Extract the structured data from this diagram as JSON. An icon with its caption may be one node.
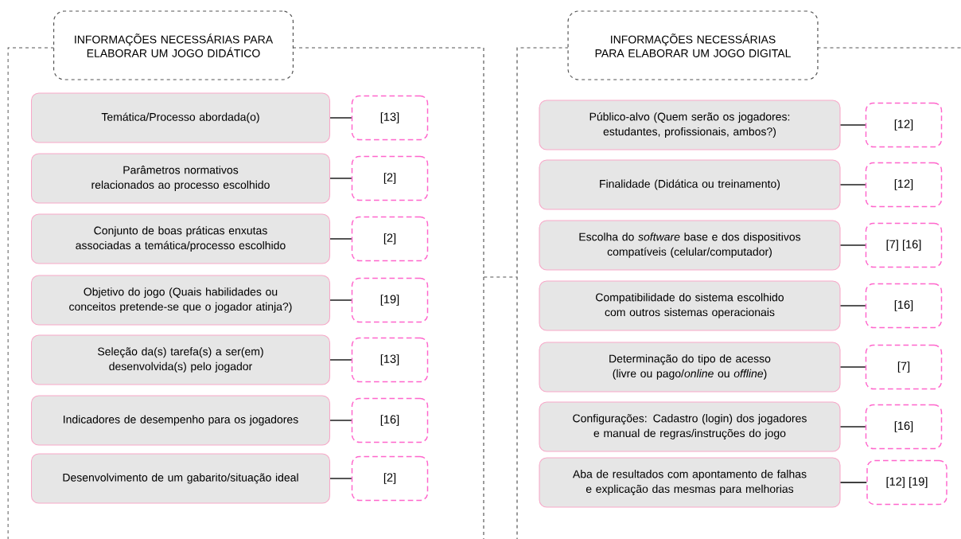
{
  "diagram": {
    "nodes": [
      {
        "text": [
          "INFORMAÇÕES NECESSÁRIAS PARA ELABORAR UM JOGO DIDÁTICO"
        ]
      },
      {
        "text": [
          "Temática/Processo abordada(o)"
        ],
        "in": 0
      },
      {
        "text": [
          "[13]"
        ],
        "in": 0
      },
      {
        "text": [
          "Parâmetros normativos relacionados ao processo escolhido"
        ],
        "in": 0
      },
      {
        "text": [
          "[2]"
        ],
        "in": 0
      },
      {
        "text": [
          "Conjunto de boas práticas enxutas associadas a temática/processo escolhido"
        ],
        "in": 0
      },
      {
        "text": [
          "[2]"
        ],
        "in": 0
      },
      {
        "text": [
          "Objetivo do jogo (Quais habilidades ou conceitos pretende-se que o jogador atinja?)"
        ],
        "in": 0
      },
      {
        "text": [
          "[19]"
        ],
        "in": 0
      },
      {
        "text": [
          "Seleção da(s) tarefa(s) a ser(em) desenvolvida(s) pelo jogador"
        ],
        "in": 0
      },
      {
        "text": [
          "[13]"
        ],
        "in": 0
      },
      {
        "text": [
          "Indicadores de desempenho para os jogadores"
        ],
        "in": 0
      },
      {
        "text": [
          "[16]"
        ],
        "in": 0
      },
      {
        "text": [
          "Desenvolvimento de um gabarito/situação ideal"
        ],
        "in": 0
      },
      {
        "text": [
          "[2]"
        ],
        "in": 0
      },
      {
        "text": [
          "INFORMAÇÕES NECESSÁRIAS PARA ELABORAR UM JOGO DIGITAL"
        ]
      },
      {
        "text": [
          "Público-alvo (Quem serão os jogadores: estudantes, profissionais, ambos?)"
        ],
        "in": 15
      },
      {
        "text": [
          "[12]"
        ],
        "in": 15
      },
      {
        "text": [
          "Finalidade (Didática ou treinamento)"
        ],
        "in": 15
      },
      {
        "text": [
          "[12]"
        ],
        "in": 15
      },
      {
        "text": [
          "Escolha do *software* base e dos dispositivos compatíveis (celular/computador)"
        ],
        "in": 15
      },
      {
        "text": [
          "[7] [16]"
        ],
        "in": 15
      },
      {
        "text": [
          "Compatibilidade do sistema escolhido com outros sistemas operacionais"
        ],
        "in": 15
      },
      {
        "text": [
          "[16]"
        ],
        "in": 15
      },
      {
        "text": [
          "Determinação do tipo de acesso (livre ou pago/*online* ou *offline*)"
        ],
        "in": 15
      },
      {
        "text": [
          "[7]"
        ],
        "in": 15
      },
      {
        "text": [
          "Configurações: Cadastro (login) dos jogadores e manual de regras/instruções do jogo"
        ],
        "in": 15
      },
      {
        "text": [
          "[16]"
        ],
        "in": 15
      },
      {
        "text": [
          "Aba de resultados com apontamento de falhas e explicação das mesmas para melhorias"
        ],
        "in": 15
      },
      {
        "text": [
          "[12] [19]"
        ],
        "in": 15
      }
    ],
    "edges": [
      {
        "from": 0,
        "to": 15,
        "arrow": "none",
        "style": "dashed"
      },
      {
        "from": 1,
        "to": 2,
        "arrow": "none"
      },
      {
        "from": 3,
        "to": 4,
        "arrow": "none"
      },
      {
        "from": 5,
        "to": 6,
        "arrow": "none"
      },
      {
        "from": 7,
        "to": 8,
        "arrow": "none"
      },
      {
        "from": 9,
        "to": 10,
        "arrow": "none"
      },
      {
        "from": 11,
        "to": 12,
        "arrow": "none"
      },
      {
        "from": 13,
        "to": 14,
        "arrow": "none"
      },
      {
        "from": 16,
        "to": 17,
        "arrow": "none"
      },
      {
        "from": 18,
        "to": 19,
        "arrow": "none"
      },
      {
        "from": 20,
        "to": 21,
        "arrow": "none"
      },
      {
        "from": 22,
        "to": 23,
        "arrow": "none"
      },
      {
        "from": 24,
        "to": 25,
        "arrow": "none"
      },
      {
        "from": 26,
        "to": 27,
        "arrow": "none"
      },
      {
        "from": 28,
        "to": 29,
        "arrow": "none"
      }
    ]
  }
}
